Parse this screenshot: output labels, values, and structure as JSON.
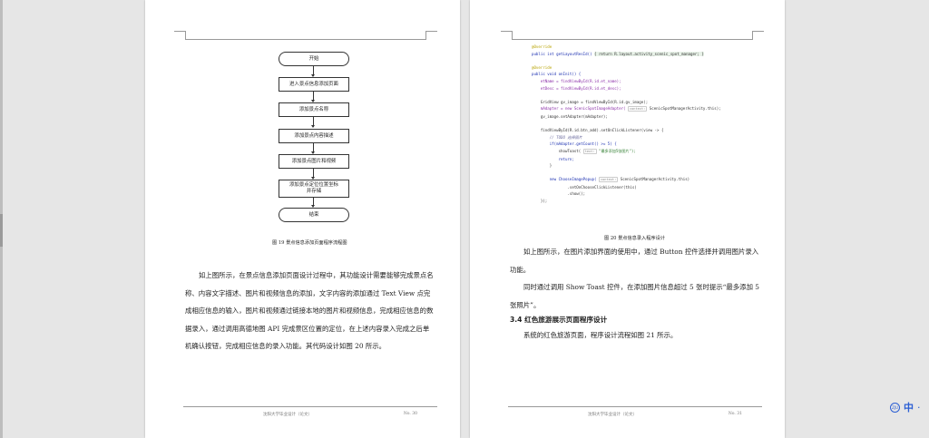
{
  "flowchart": {
    "nodes": [
      "开始",
      "进入景点信息添加页面",
      "添加景点名称",
      "添加景点内容描述",
      "添加景点图片和视频",
      "添加景点定位位置坐标\n并存储",
      "结束"
    ],
    "caption": "图 19 景点信息添加页面程序流程图"
  },
  "left_page": {
    "paragraph": "如上图所示，在景点信息添加页面设计过程中，其功能设计需要能够完成景点名称、内容文字描述、图片和视频信息的添加，文字内容的添加通过 Text View 点完成相应信息的输入，图片和视频通过链接本地的图片和视频信息，完成相应信息的数据录入，通过调用高德地图 API 完成景区位置的定位，在上述内容录入完成之后单机确认按钮，完成相应信息的录入功能。其代码设计如图 20 所示。",
    "footer_text": "沈阳大学毕业设计（论文）",
    "page_number": "No. 30"
  },
  "right_page": {
    "code_caption": "图 20 景点信息录入程序设计",
    "para1": "如上图所示，在图片添加界面的使用中，通过 Button 控件选择并调用图片录入功能。",
    "para2": "同时通过调用 Show Toast 控件，在添加图片信息超过 5 张时提示“最多添加 5 张照片”。",
    "heading": "3.4 红色旅游展示页面程序设计",
    "para3": "系统的红色旅游页面，程序设计流程如图 21 所示。",
    "footer_text": "沈阳大学毕业设计（论文）",
    "page_number": "No. 31"
  },
  "code": {
    "override1": "@Override",
    "line_getlayout_pre": "public int getLayoutResId() ",
    "line_getlayout_body": "{ return R.layout.activity_scenic_spot_manager; }",
    "override2": "@Override",
    "line_oninit": "public void onInit() {",
    "line_etname": "    etName = findViewById(R.id.et_name);",
    "line_etdesc": "    etDesc = findViewById(R.id.et_desc);",
    "line_gridview": "    GridView gv_image = findViewById(R.id.gv_image);",
    "line_adapter_a": "    mAdapter = new ScenicSpotImageAdapter( ",
    "hint_context1": "context:",
    "line_adapter_b": " ScenicSpotManagerActivity.this);",
    "line_setadapter": "    gv_image.setAdapter(mAdapter);",
    "line_btn": "    findViewById(R.id.btn_add).setOnClickListener(view -> {",
    "line_todo": "        // TODO 选择图片",
    "line_if": "        if(mAdapter.getCount() >= 5) {",
    "line_toast_a": "            showToast( ",
    "hint_text": "text:",
    "line_toast_b": " \"最多添加5张图片\");",
    "line_return": "            return;",
    "line_close_if": "        }",
    "line_popup_a": "        new ChooseImagePopup( ",
    "hint_context2": "context:",
    "line_popup_b": " ScenicSpotManagerActivity.this)",
    "line_setchoose": "                .setOnChooseClickListener(this)",
    "line_show": "                .show();",
    "line_close": "    });"
  },
  "floating_widget": {
    "circle_text": "ZJU",
    "lang_char": "中",
    "tail": "·"
  }
}
